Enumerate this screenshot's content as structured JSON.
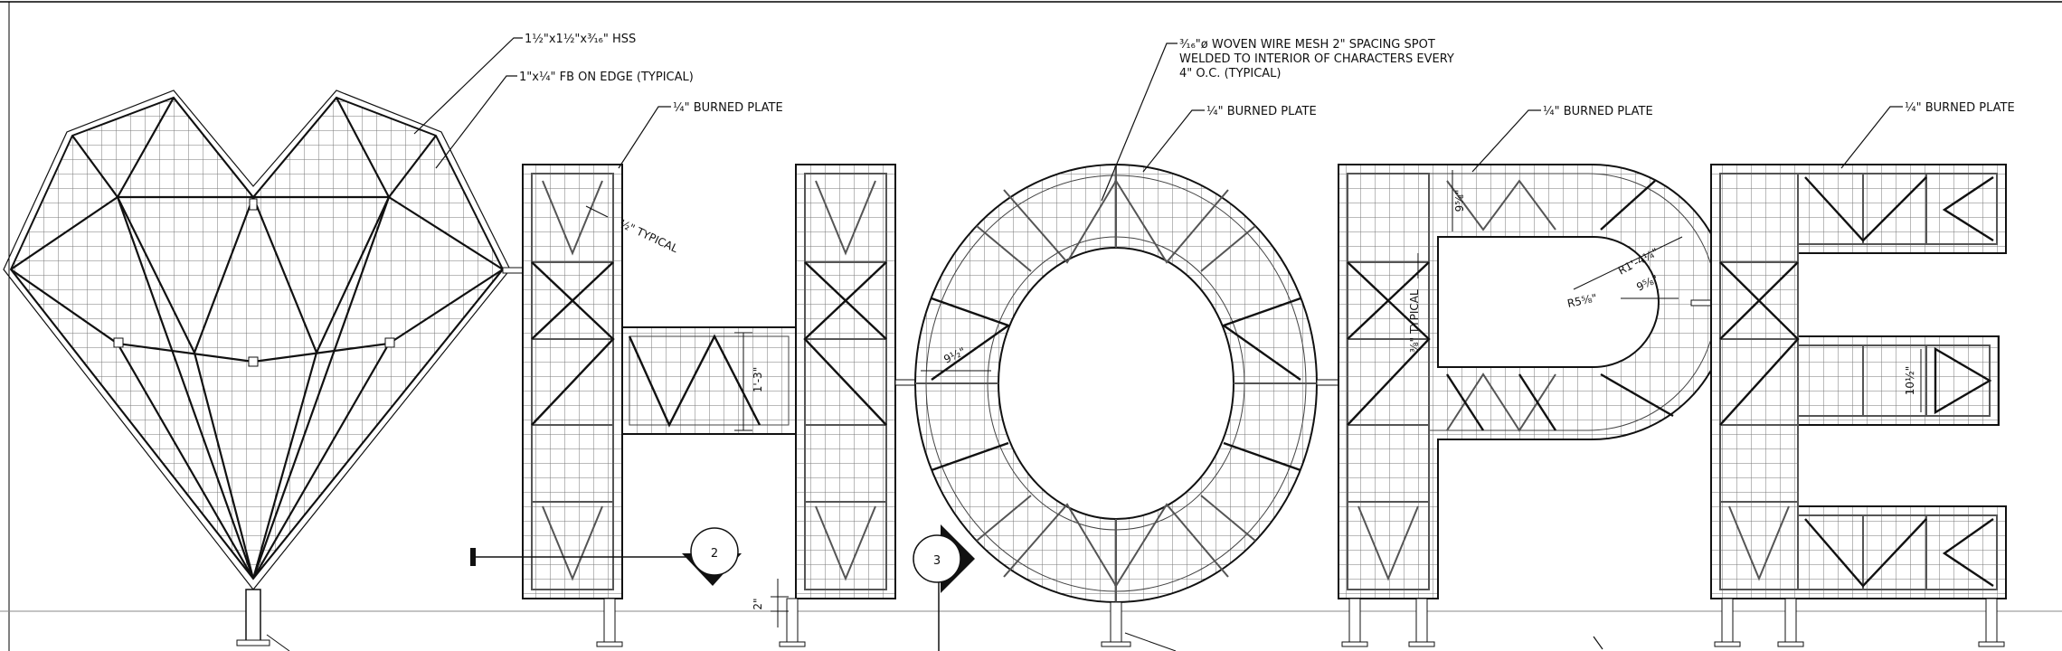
{
  "notes": {
    "hss": "1½\"x1½\"x³⁄₁₆\" HSS",
    "fb": "1\"x¼\" FB ON EDGE (TYPICAL)",
    "mesh_1": "³⁄₁₆\"ø WOVEN WIRE MESH 2\" SPACING SPOT",
    "mesh_2": "WELDED TO INTERIOR OF CHARACTERS EVERY",
    "mesh_3": "4\" O.C. (TYPICAL)",
    "plate_h": "¼\" BURNED PLATE",
    "plate_o": "¼\" BURNED PLATE",
    "plate_p": "¼\" BURNED PLATE",
    "plate_e": "¼\" BURNED PLATE",
    "typical_h": "½\" TYPICAL"
  },
  "dims": {
    "h_bar": "1'-3\"",
    "o_ring": "9½\"",
    "p_top": "9⅝\"",
    "p_side": "⅜\" TYPICAL",
    "p_radius": "R1'-4¼\"",
    "p_inner_r": "R5⅝\"",
    "p_gap": "9⅝\"",
    "e_mid": "10½\"",
    "base": "2\""
  },
  "section_markers": {
    "m2": "2",
    "m3": "3"
  }
}
